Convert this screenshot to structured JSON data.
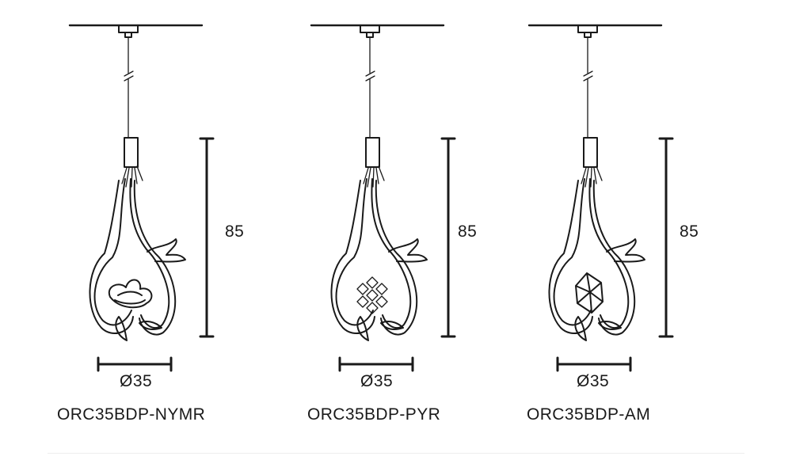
{
  "fixtures": [
    {
      "model": "ORC35BDP-NYMR",
      "height_label": "85",
      "diameter_label": "Ø35",
      "shade": "flower-icon"
    },
    {
      "model": "ORC35BDP-PYR",
      "height_label": "85",
      "diameter_label": "Ø35",
      "shade": "faceted-cube-icon"
    },
    {
      "model": "ORC35BDP-AM",
      "height_label": "85",
      "diameter_label": "Ø35",
      "shade": "crystal-gem-icon"
    }
  ],
  "colors": {
    "line": "#1a1a1a"
  }
}
